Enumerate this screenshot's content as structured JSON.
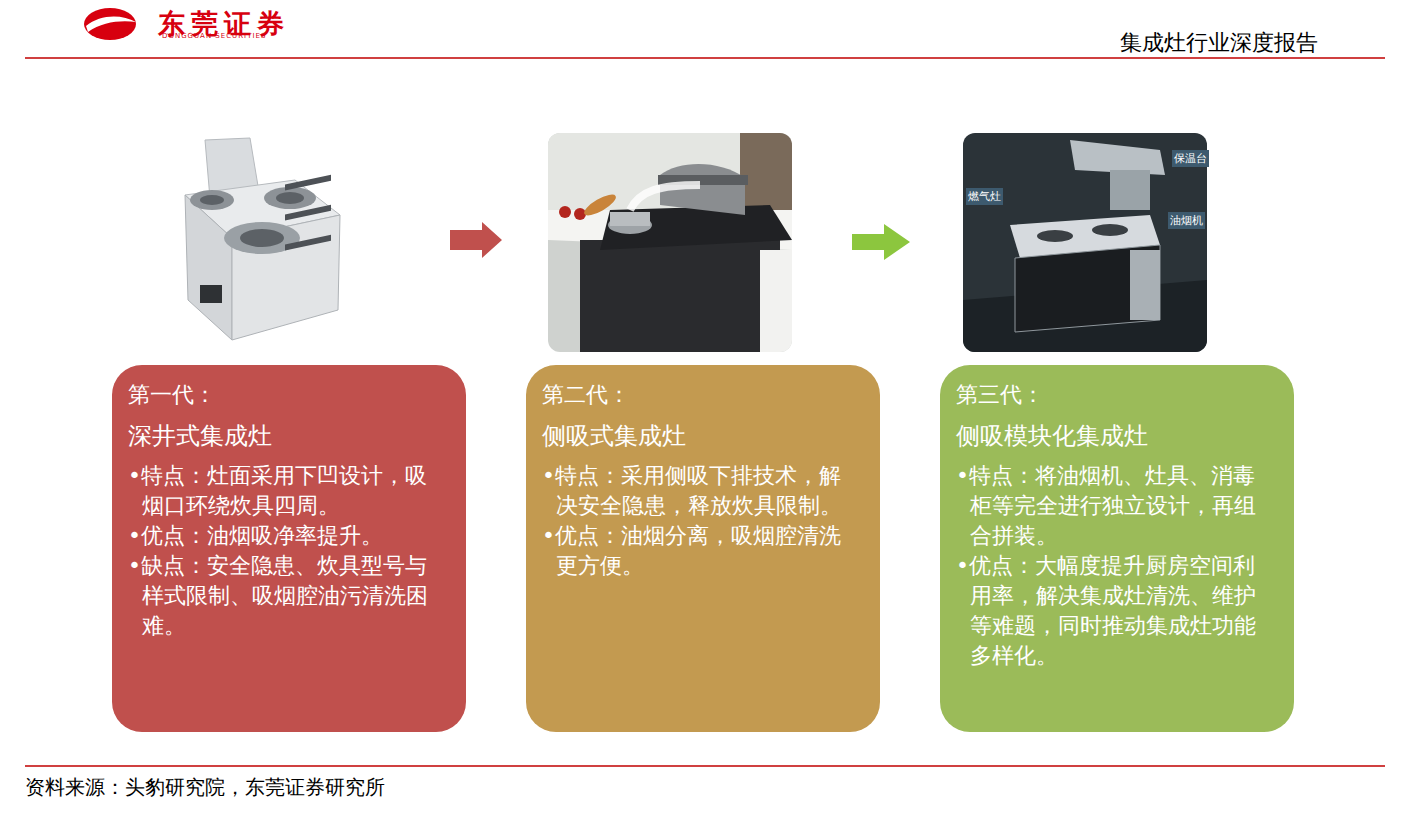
{
  "diagram": {
    "nodes": [
      {
        "text": [
          "第一代：",
          "深井式集成灶",
          "•特点：灶面采用下凹设计，吸烟口环绕炊具四周。",
          "•优点：油烟吸净率提升。",
          "•缺点：安全隐患、炊具型号与样式限制、吸烟腔油污清洗困难。"
        ]
      },
      {
        "text": [
          "第二代：",
          "侧吸式集成灶",
          "•特点：采用侧吸下排技术，解决安全隐患，释放炊具限制。",
          "•优点：油烟分离，吸烟腔清洗更方便。"
        ]
      },
      {
        "text": [
          "第三代：",
          "侧吸模块化集成灶",
          "•特点：将油烟机、灶具、消毒柜等完全进行独立设计，再组合拼装。",
          "•优点：大幅度提升厨房空间利用率，解决集成灶清洗、维护等难题，同时推动集成灶功能多样化。"
        ]
      }
    ],
    "labels": [
      "东莞证券",
      "DONGGUAN SECURITIES",
      "集成灶行业深度报告",
      "燃气灶",
      "保温台",
      "油烟机",
      "资料来源：头豹研究院，东莞证券研究所"
    ]
  }
}
